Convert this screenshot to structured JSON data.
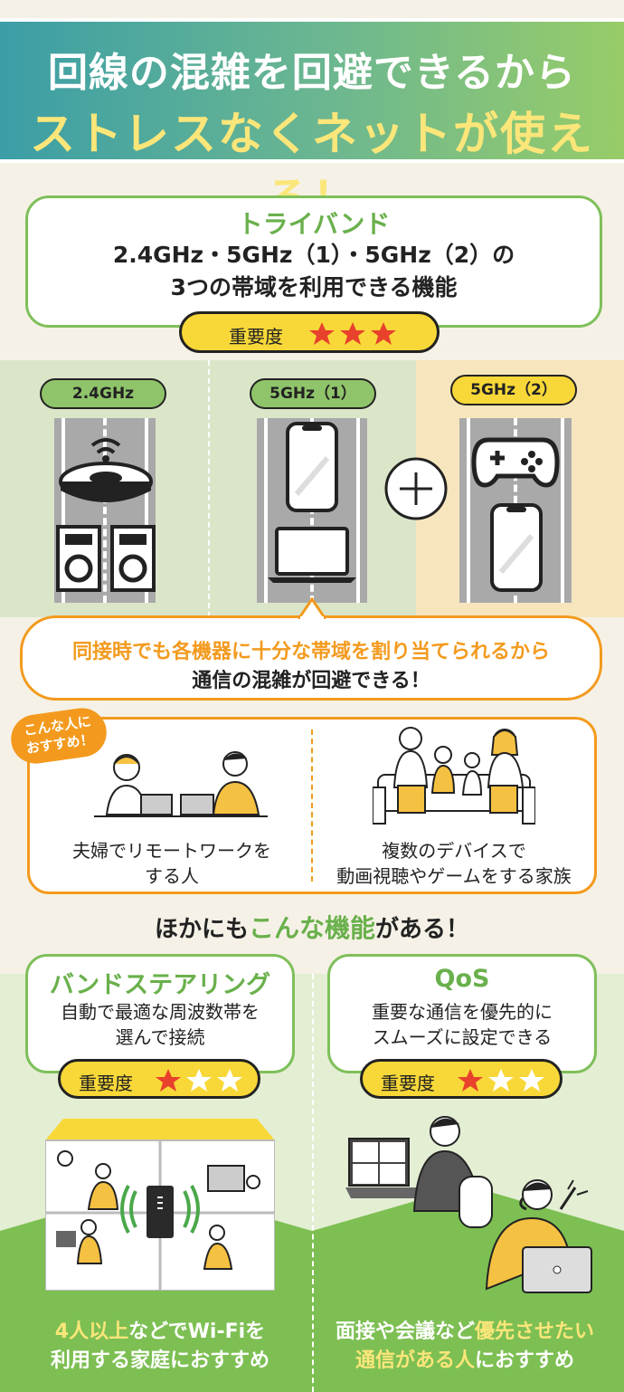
{
  "header": {
    "line1": "回線の混雑を回避できるから",
    "line2": "ストレスなくネットが使える！"
  },
  "triband": {
    "title": "トライバンド",
    "desc1": "2.4GHz・5GHz（1）・5GHz（2）の",
    "desc2": "3つの帯域を利用できる機能",
    "importance_label": "重要度",
    "stars_filled": 3,
    "stars_total": 3
  },
  "bands": [
    {
      "label": "2.4GHz",
      "color": "#8fc46a"
    },
    {
      "label": "5GHz（1）",
      "color": "#8fc46a"
    },
    {
      "label": "5GHz（2）",
      "color": "#f8d838"
    }
  ],
  "callout": {
    "line1": "同接時でも各機器に十分な帯域を割り当てられるから",
    "line2": "通信の混雑が回避できる！"
  },
  "recommend": {
    "badge_line1": "こんな人に",
    "badge_line2": "おすすめ！",
    "left_line1": "夫婦でリモートワークを",
    "left_line2": "する人",
    "right_line1": "複数のデバイスで",
    "right_line2": "動画視聴やゲームをする家族"
  },
  "other": {
    "prefix": "ほかにも",
    "highlight": "こんな機能",
    "suffix": "がある！"
  },
  "features": [
    {
      "title": "バンドステアリング",
      "desc1": "自動で最適な周波数帯を",
      "desc2": "選んで接続",
      "importance_label": "重要度",
      "stars_filled": 1,
      "stars_total": 3,
      "caption_y1": "4人以上",
      "caption_w1": "などでWi-Fiを",
      "caption_w2": "利用する家庭におすすめ"
    },
    {
      "title": "QoS",
      "desc1": "重要な通信を優先的に",
      "desc2": "スムーズに設定できる",
      "importance_label": "重要度",
      "stars_filled": 1,
      "stars_total": 3,
      "caption_w1": "面接や会議など",
      "caption_y1": "優先させたい",
      "caption_y2": "通信がある人",
      "caption_w2": "におすすめ"
    }
  ],
  "colors": {
    "green": "#6ab04c",
    "orange": "#f39a1e",
    "yellow": "#f8d838",
    "star_red": "#e8412c"
  }
}
